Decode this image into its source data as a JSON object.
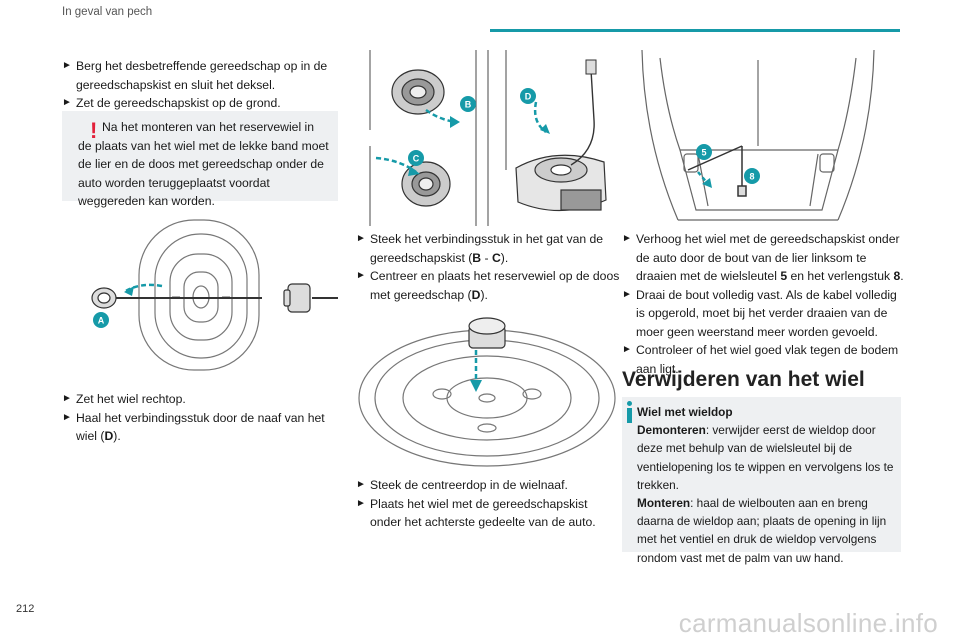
{
  "header": {
    "title": "In geval van pech"
  },
  "page_number": "212",
  "watermark": "carmanualsonline.info",
  "left": {
    "steps_top": [
      "Berg het desbetreffende gereedschap op in de gereedschapskist en sluit het deksel.",
      "Zet de gereedschapskist op de grond."
    ],
    "warning": "Na het monteren van het reservewiel in de plaats van het wiel met de lekke band moet de lier en de doos met gereedschap onder de auto worden teruggeplaatst voordat weggereden kan worden.",
    "figure_label": "A",
    "steps_bottom": {
      "s1": "Zet het wiel rechtop.",
      "s2_pre": "Haal het verbindingsstuk door de naaf van het wiel (",
      "s2_bold": "D",
      "s2_post": ")."
    }
  },
  "middle": {
    "figure_labels": [
      "B",
      "C",
      "D"
    ],
    "s1_pre": "Steek het verbindingsstuk in het gat van de gereedschapskist (",
    "s1_b1": "B",
    "s1_mid": " - ",
    "s1_b2": "C",
    "s1_post": ").",
    "s2_pre": "Centreer en plaats het reservewiel op de doos met gereedschap (",
    "s2_bold": "D",
    "s2_post": ").",
    "s3": "Steek de centreerdop in de wielnaaf.",
    "s4": "Plaats het wiel met de gereedschapskist onder het achterste gedeelte van de auto."
  },
  "right": {
    "figure_labels": [
      "5",
      "8"
    ],
    "s1_pre": "Verhoog het wiel met de gereedschapskist onder de auto door de bout van de lier linksom te draaien met de wielsleutel ",
    "s1_b1": "5",
    "s1_mid": " en het verlengstuk ",
    "s1_b2": "8",
    "s1_post": ".",
    "s2": "Draai de bout volledig vast. Als de kabel volledig is opgerold, moet bij het verder draaien van de moer geen weerstand meer worden gevoeld.",
    "s3": "Controleer of het wiel goed vlak tegen de bodem aan ligt.",
    "section_title": "Verwijderen van het wiel",
    "info": {
      "heading": "Wiel met wieldop",
      "demont_label": "Demonteren",
      "demont_text": ": verwijder eerst de wieldop door deze met behulp van de wielsleutel bij de ventielopening los te wippen en vervolgens los te trekken.",
      "mont_label": "Monteren",
      "mont_text": ": haal de wielbouten aan en breng daarna de wieldop aan; plaats de opening in lijn met het ventiel en druk de wieldop vervolgens rondom vast met de palm van uw hand."
    }
  },
  "colors": {
    "accent": "#169aa8",
    "warning": "#e2203a",
    "box_bg": "#eef0f2"
  }
}
